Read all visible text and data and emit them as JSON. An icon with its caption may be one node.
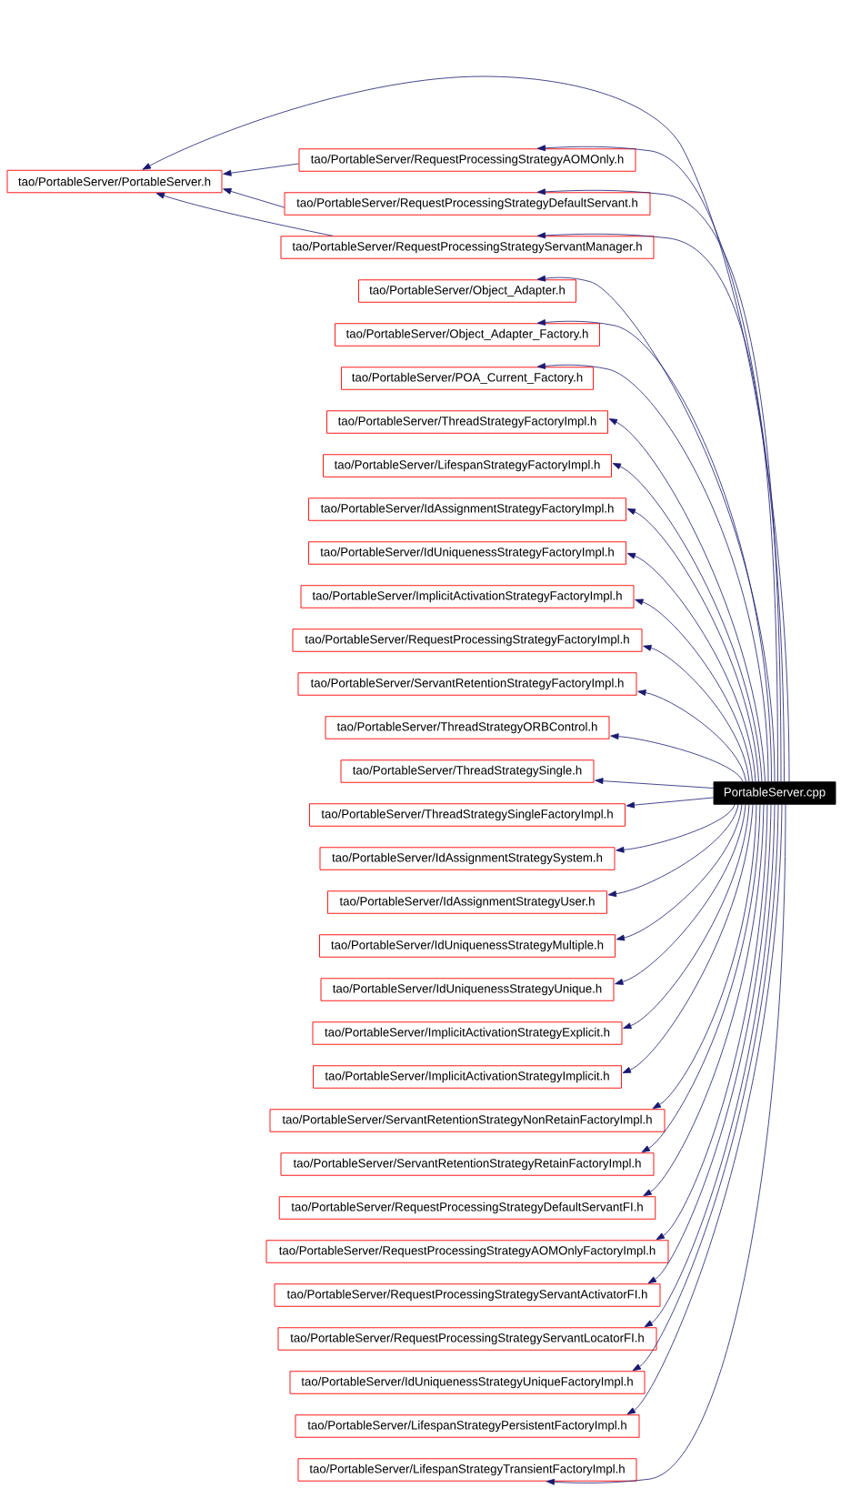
{
  "diagram": {
    "nodes": [
      {
        "text": [
          "tao/PortableServer/PortableServer.h"
        ]
      },
      {
        "text": [
          "tao/PortableServer/RequestProcessingStrategyAOMOnly.h"
        ]
      },
      {
        "text": [
          "tao/PortableServer/RequestProcessingStrategyDefaultServant.h"
        ]
      },
      {
        "text": [
          "tao/PortableServer/RequestProcessingStrategyServantManager.h"
        ]
      },
      {
        "text": [
          "tao/PortableServer/Object_Adapter.h"
        ]
      },
      {
        "text": [
          "tao/PortableServer/Object_Adapter_Factory.h"
        ]
      },
      {
        "text": [
          "tao/PortableServer/POA_Current_Factory.h"
        ]
      },
      {
        "text": [
          "tao/PortableServer/ThreadStrategyFactoryImpl.h"
        ]
      },
      {
        "text": [
          "tao/PortableServer/LifespanStrategyFactoryImpl.h"
        ]
      },
      {
        "text": [
          "tao/PortableServer/IdAssignmentStrategyFactoryImpl.h"
        ]
      },
      {
        "text": [
          "tao/PortableServer/IdUniquenessStrategyFactoryImpl.h"
        ]
      },
      {
        "text": [
          "tao/PortableServer/ImplicitActivationStrategyFactoryImpl.h"
        ]
      },
      {
        "text": [
          "tao/PortableServer/RequestProcessingStrategyFactoryImpl.h"
        ]
      },
      {
        "text": [
          "tao/PortableServer/ServantRetentionStrategyFactoryImpl.h"
        ]
      },
      {
        "text": [
          "tao/PortableServer/ThreadStrategyORBControl.h"
        ]
      },
      {
        "text": [
          "tao/PortableServer/ThreadStrategySingle.h"
        ]
      },
      {
        "text": [
          "tao/PortableServer/ThreadStrategySingleFactoryImpl.h"
        ]
      },
      {
        "text": [
          "tao/PortableServer/IdAssignmentStrategySystem.h"
        ]
      },
      {
        "text": [
          "tao/PortableServer/IdAssignmentStrategyUser.h"
        ]
      },
      {
        "text": [
          "tao/PortableServer/IdUniquenessStrategyMultiple.h"
        ]
      },
      {
        "text": [
          "tao/PortableServer/IdUniquenessStrategyUnique.h"
        ]
      },
      {
        "text": [
          "tao/PortableServer/ImplicitActivationStrategyExplicit.h"
        ]
      },
      {
        "text": [
          "tao/PortableServer/ImplicitActivationStrategyImplicit.h"
        ]
      },
      {
        "text": [
          "tao/PortableServer/ServantRetentionStrategyNonRetainFactoryImpl.h"
        ]
      },
      {
        "text": [
          "tao/PortableServer/ServantRetentionStrategyRetainFactoryImpl.h"
        ]
      },
      {
        "text": [
          "tao/PortableServer/RequestProcessingStrategyDefaultServantFI.h"
        ]
      },
      {
        "text": [
          "tao/PortableServer/RequestProcessingStrategyAOMOnlyFactoryImpl.h"
        ]
      },
      {
        "text": [
          "tao/PortableServer/RequestProcessingStrategyServantActivatorFI.h"
        ]
      },
      {
        "text": [
          "tao/PortableServer/RequestProcessingStrategyServantLocatorFI.h"
        ]
      },
      {
        "text": [
          "tao/PortableServer/IdUniquenessStrategyUniqueFactoryImpl.h"
        ]
      },
      {
        "text": [
          "tao/PortableServer/LifespanStrategyPersistentFactoryImpl.h"
        ]
      },
      {
        "text": [
          "tao/PortableServer/LifespanStrategyTransientFactoryImpl.h"
        ]
      },
      {
        "text": [
          "PortableServer.cpp"
        ]
      }
    ],
    "edges": [
      {
        "from": 1,
        "to": 0,
        "arrow": "to"
      },
      {
        "from": 2,
        "to": 0,
        "arrow": "to"
      },
      {
        "from": 3,
        "to": 0,
        "arrow": "to"
      },
      {
        "from": 32,
        "to": 0,
        "arrow": "to"
      },
      {
        "from": 32,
        "to": 1,
        "arrow": "to"
      },
      {
        "from": 32,
        "to": 2,
        "arrow": "to"
      },
      {
        "from": 32,
        "to": 3,
        "arrow": "to"
      },
      {
        "from": 32,
        "to": 4,
        "arrow": "to"
      },
      {
        "from": 32,
        "to": 5,
        "arrow": "to"
      },
      {
        "from": 32,
        "to": 6,
        "arrow": "to"
      },
      {
        "from": 32,
        "to": 7,
        "arrow": "to"
      },
      {
        "from": 32,
        "to": 8,
        "arrow": "to"
      },
      {
        "from": 32,
        "to": 9,
        "arrow": "to"
      },
      {
        "from": 32,
        "to": 10,
        "arrow": "to"
      },
      {
        "from": 32,
        "to": 11,
        "arrow": "to"
      },
      {
        "from": 32,
        "to": 12,
        "arrow": "to"
      },
      {
        "from": 32,
        "to": 13,
        "arrow": "to"
      },
      {
        "from": 32,
        "to": 14,
        "arrow": "to"
      },
      {
        "from": 32,
        "to": 15,
        "arrow": "to"
      },
      {
        "from": 32,
        "to": 16,
        "arrow": "to"
      },
      {
        "from": 32,
        "to": 17,
        "arrow": "to"
      },
      {
        "from": 32,
        "to": 18,
        "arrow": "to"
      },
      {
        "from": 32,
        "to": 19,
        "arrow": "to"
      },
      {
        "from": 32,
        "to": 20,
        "arrow": "to"
      },
      {
        "from": 32,
        "to": 21,
        "arrow": "to"
      },
      {
        "from": 32,
        "to": 22,
        "arrow": "to"
      },
      {
        "from": 32,
        "to": 23,
        "arrow": "to"
      },
      {
        "from": 32,
        "to": 24,
        "arrow": "to"
      },
      {
        "from": 32,
        "to": 25,
        "arrow": "to"
      },
      {
        "from": 32,
        "to": 26,
        "arrow": "to"
      },
      {
        "from": 32,
        "to": 27,
        "arrow": "to"
      },
      {
        "from": 32,
        "to": 28,
        "arrow": "to"
      },
      {
        "from": 32,
        "to": 29,
        "arrow": "to"
      },
      {
        "from": 32,
        "to": 30,
        "arrow": "to"
      },
      {
        "from": 32,
        "to": 31,
        "arrow": "to"
      }
    ]
  }
}
